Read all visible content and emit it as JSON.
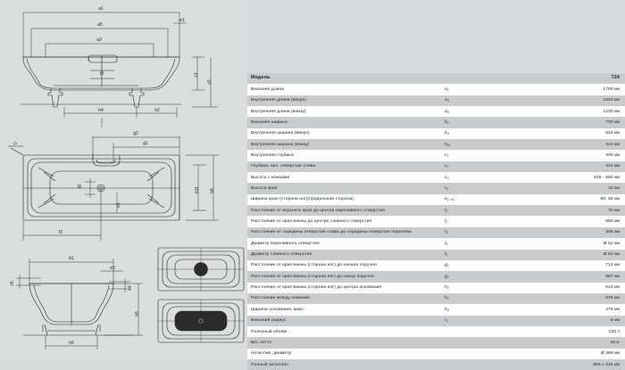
{
  "document": {
    "kind": "bathtub-technical-datasheet",
    "language": "ru"
  },
  "drawings": {
    "side_view": {
      "name": "side-elevation-view",
      "labels": [
        "a1",
        "a5",
        "a3",
        "e1",
        "c1",
        "c2",
        "f3",
        "h4",
        "h2"
      ]
    },
    "plan_view": {
      "name": "top-plan-view",
      "labels": [
        "g2",
        "g1",
        "r1",
        "f9",
        "e1",
        "b11",
        "b6",
        "f2"
      ]
    },
    "end_view": {
      "name": "end-section-view",
      "labels": [
        "b1",
        "e2",
        "c5",
        "c4",
        "h5",
        "h6"
      ]
    },
    "detail_views": [
      {
        "name": "drain-detail-round"
      },
      {
        "name": "drain-detail-oval"
      }
    ]
  },
  "table": {
    "columns": [
      "label",
      "symbol",
      "value"
    ],
    "header": {
      "label": "Модель",
      "symbol": "",
      "value": "724"
    },
    "rows": [
      {
        "label": "Внешняя длина",
        "sym": "a",
        "sub": "1",
        "value": "1700",
        "unit": "мм"
      },
      {
        "label": "Внутренняя длина (вверх)",
        "sym": "a",
        "sub": "4",
        "value": "1540",
        "unit": "мм"
      },
      {
        "label": "Внутренняя длина (внизу)",
        "sym": "a",
        "sub": "5",
        "value": "1230",
        "unit": "мм"
      },
      {
        "label": "Внешняя ширина",
        "sym": "b",
        "sub": "1",
        "value": "700",
        "unit": "мм"
      },
      {
        "label": "Внутренняя ширина (вверх)",
        "sym": "b",
        "sub": "4",
        "value": "624",
        "unit": "мм"
      },
      {
        "label": "Внутренняя ширина (внизу)",
        "sym": "b",
        "sub": "11",
        "value": "410",
        "unit": "мм"
      },
      {
        "label": "Внутренняя глубина",
        "sym": "c",
        "sub": "1",
        "value": "400",
        "unit": "мм"
      },
      {
        "label": "Глубина, вкл. отверстие слива",
        "sym": "c",
        "sub": "2",
        "value": "410",
        "unit": "мм"
      },
      {
        "label": "Высота с ножками",
        "sym": "c",
        "sub": "3",
        "value": "545 - 580",
        "unit": "мм"
      },
      {
        "label": "Высота края",
        "sym": "c",
        "sub": "4",
        "value": "32",
        "unit": "мм"
      },
      {
        "label": "Ширина края (сторона ног)(продольная сторона)",
        "sym": "e",
        "sub": "1; e2",
        "value": "80; 63",
        "unit": "мм"
      },
      {
        "label": "Расстояние от верхнего края до центра переливного отверстия",
        "sym": "f",
        "sub": "1",
        "value": "70",
        "unit": "мм"
      },
      {
        "label": "Расстояние от края ванны до центра сливного отверстия",
        "sym": "f",
        "sub": "2",
        "value": "850",
        "unit": "мм"
      },
      {
        "label": "Расстояние от середины отверстия слива до середины отверстия перелива",
        "sym": "f",
        "sub": "3",
        "value": "305",
        "unit": "мм"
      },
      {
        "label": "Диаметр переливного отверстия",
        "sym": "f",
        "sub": "8",
        "value": "Ø 52",
        "unit": "мм"
      },
      {
        "label": "Диаметр сливного отверстия",
        "sym": "f",
        "sub": "9",
        "value": "Ø 52",
        "unit": "мм"
      },
      {
        "label": "Расстояние от края ванны (сторона ног) до начала поручня",
        "sym": "g",
        "sub": "1",
        "value": "713",
        "unit": "мм"
      },
      {
        "label": "Расстояние от края ванны (сторона ног) до конца поручня",
        "sym": "g",
        "sub": "2",
        "value": "987",
        "unit": "мм"
      },
      {
        "label": "Расстояние от края ванны (сторона ног) до центра основания",
        "sym": "h",
        "sub": "1",
        "value": "513",
        "unit": "мм"
      },
      {
        "label": "Расстояние между ножками",
        "sym": "h",
        "sub": "2",
        "value": "675",
        "unit": "мм"
      },
      {
        "label": "Ширина основания, макс.",
        "sym": "h",
        "sub": "6",
        "value": "475",
        "unit": "мм"
      },
      {
        "label": "Внешний радиус",
        "sym": "r",
        "sub": "1",
        "value": "8",
        "unit": "мм"
      },
      {
        "label": "Полезный объём",
        "sym": "",
        "sub": "",
        "value": "130",
        "unit": "л"
      },
      {
        "label": "Вес нетто",
        "sym": "",
        "sub": "",
        "value": "48",
        "unit": "кг"
      },
      {
        "label": "Антислип, диаметр",
        "sym": "",
        "sub": "",
        "value": "Ø 389",
        "unit": "мм"
      },
      {
        "label": "Полный антислип",
        "sym": "",
        "sub": "",
        "value": "855 x 315",
        "unit": "мм"
      }
    ]
  },
  "colors": {
    "page_background": "#d9dadb",
    "row_odd": "#c9cbcd",
    "row_even": "#fdfdfd",
    "text": "#1d1f20",
    "line": "#232528"
  }
}
